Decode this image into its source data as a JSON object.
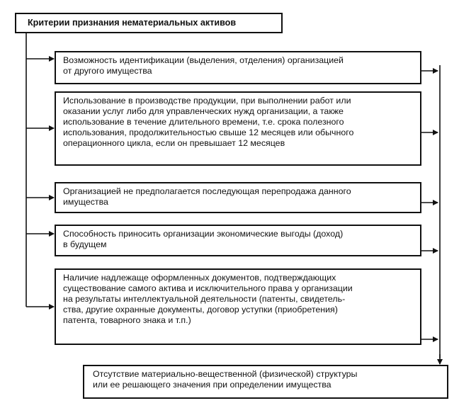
{
  "title": "Критерии признания нематериальных активов",
  "criteria": [
    {
      "lines": [
        "Возможность идентификации (выделения, отделения) организацией",
        "от другого имущества"
      ]
    },
    {
      "lines": [
        "Использование в производстве продукции, при выполнении работ или",
        "оказании услуг либо для управленческих нужд организации, а также",
        "использование в течение длительного времени, т.е. срока полезного",
        "использования, продолжительностью свыше 12 месяцев или обычного",
        "операционного цикла, если он превышает 12 месяцев"
      ]
    },
    {
      "lines": [
        "Организацией не предполагается последующая перепродажа данного",
        "имущества"
      ]
    },
    {
      "lines": [
        "Способность приносить организации экономические выгоды (доход)",
        "в будущем"
      ]
    },
    {
      "lines": [
        "Наличие надлежаще оформленных документов, подтверждающих",
        "существование самого актива и исключительного права у организации",
        "на результаты интеллектуальной деятельности (патенты, свидетель-",
        "ства, другие охранные документы, договор уступки (приобретения)",
        "патента, товарного знака и т.п.)"
      ]
    }
  ],
  "final": {
    "lines": [
      "Отсутствие материально-вещественной (физической) структуры",
      "или ее решающего значения при определении имущества"
    ]
  }
}
